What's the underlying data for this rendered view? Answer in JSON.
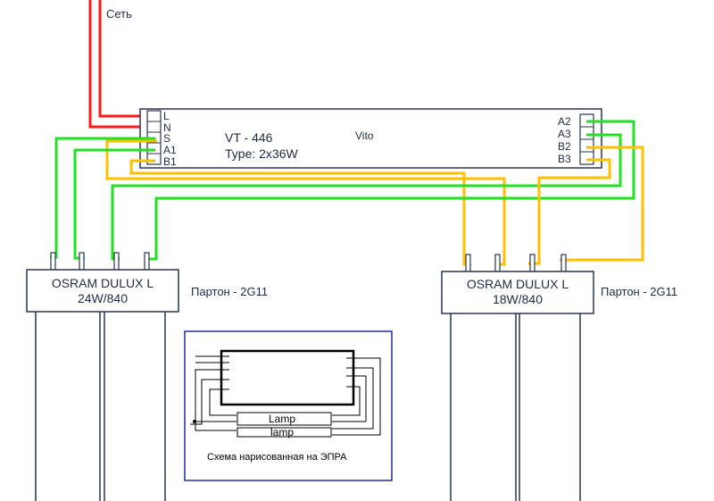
{
  "mains": {
    "label": "Сеть"
  },
  "ballast": {
    "model": "VT - 446",
    "type": "Type: 2x36W",
    "brand": "Vito",
    "left_terminals": [
      "L",
      "N",
      "S",
      "A1",
      "B1"
    ],
    "right_terminals": [
      "A2",
      "A3",
      "B2",
      "B3"
    ]
  },
  "lamps": [
    {
      "name": "OSRAM DULUX L",
      "rating": "24W/840",
      "socket": "Партон - 2G11"
    },
    {
      "name": "OSRAM DULUX L",
      "rating": "18W/840",
      "socket": "Партон - 2G11"
    }
  ],
  "inset": {
    "lamp1": "Lamp",
    "lamp2": "lamp",
    "caption": "Схема нарисованная на ЭПРА"
  },
  "colors": {
    "phase": "#ff1a1a",
    "cathode_a": "#22e022",
    "cathode_b": "#ffbf00",
    "outline": "#2a3557",
    "inset_frame": "#1a2fa0"
  }
}
